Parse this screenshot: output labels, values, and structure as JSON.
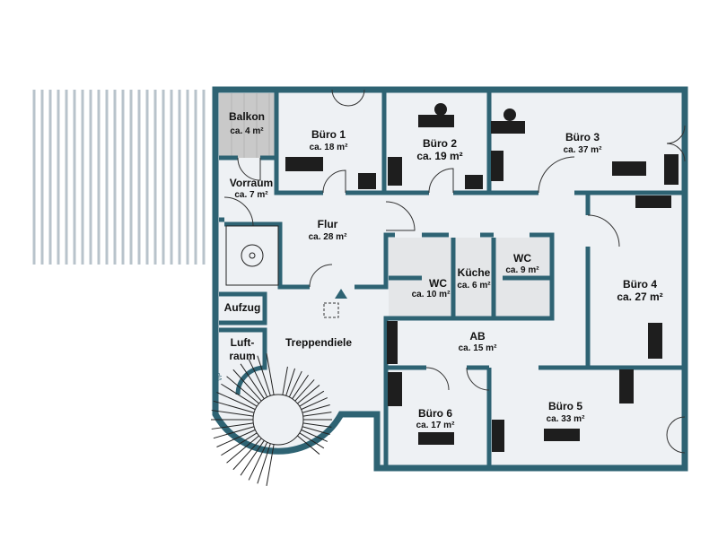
{
  "plan": {
    "rooms": [
      {
        "id": "balkon",
        "name": "Balkon",
        "area": "ca. 4 m²"
      },
      {
        "id": "buero1",
        "name": "Büro 1",
        "area": "ca. 18 m²"
      },
      {
        "id": "buero2",
        "name": "Büro 2",
        "area": "ca. 19 m²"
      },
      {
        "id": "buero3",
        "name": "Büro 3",
        "area": "ca. 37 m²"
      },
      {
        "id": "vorraum",
        "name": "Vorraum",
        "area": "ca. 7 m²"
      },
      {
        "id": "flur",
        "name": "Flur",
        "area": "ca. 28 m²"
      },
      {
        "id": "wc1",
        "name": "WC",
        "area": "ca. 10 m²"
      },
      {
        "id": "kueche",
        "name": "Küche",
        "area": "ca. 6 m²"
      },
      {
        "id": "wc2",
        "name": "WC",
        "area": "ca. 9 m²"
      },
      {
        "id": "buero4",
        "name": "Büro 4",
        "area": "ca. 27 m²"
      },
      {
        "id": "aufzug",
        "name": "Aufzug"
      },
      {
        "id": "luftraum",
        "name_line1": "Luft-",
        "name_line2": "raum"
      },
      {
        "id": "treppendiele",
        "name": "Treppendiele"
      },
      {
        "id": "ab",
        "name": "AB",
        "area": "ca. 15 m²"
      },
      {
        "id": "buero6",
        "name": "Büro 6",
        "area": "ca. 17 m²"
      },
      {
        "id": "buero5",
        "name": "Büro 5",
        "area": "ca. 33 m²"
      }
    ],
    "watermark": "VP",
    "colors": {
      "wall": "#2e6373",
      "floor": "#eef1f4",
      "balcony": "#c9c9c9"
    }
  }
}
